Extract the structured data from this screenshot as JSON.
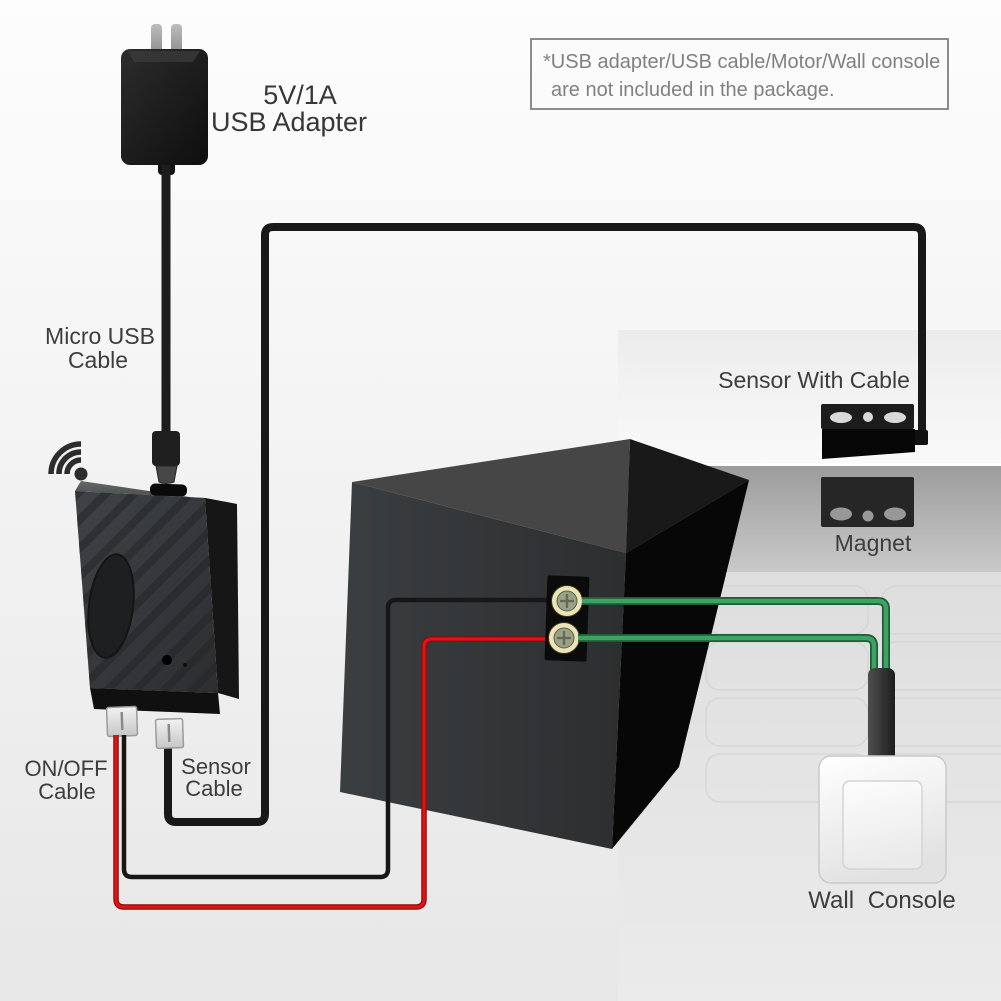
{
  "note_box": {
    "line1": "*USB adapter/USB cable/Motor/Wall console",
    "line2": "are not included in the package."
  },
  "usb_adapter": {
    "rating": "5V/1A",
    "name": "USB Adapter"
  },
  "micro_usb_cable": {
    "line1": "Micro USB",
    "line2": "Cable"
  },
  "onoff_cable": {
    "line1": "ON/OFF",
    "line2": "Cable"
  },
  "sensor_cable": {
    "line1": "Sensor",
    "line2": "Cable"
  },
  "door_sensor": {
    "label": "Sensor With Cable"
  },
  "magnet": {
    "label": "Magnet"
  },
  "wall_console": {
    "label": "Wall Console"
  },
  "icons": {
    "wifi": "wifi-signal-icon",
    "screw_terminal": "screw-terminal-icon"
  },
  "colors": {
    "red_wire": "#d21414",
    "green_wire": "#3a9a5f",
    "black_cable": "#1a1a1a",
    "terminal_ring": "#ece3b6",
    "note_text": "#808080",
    "label_text": "#3d3d3d"
  }
}
